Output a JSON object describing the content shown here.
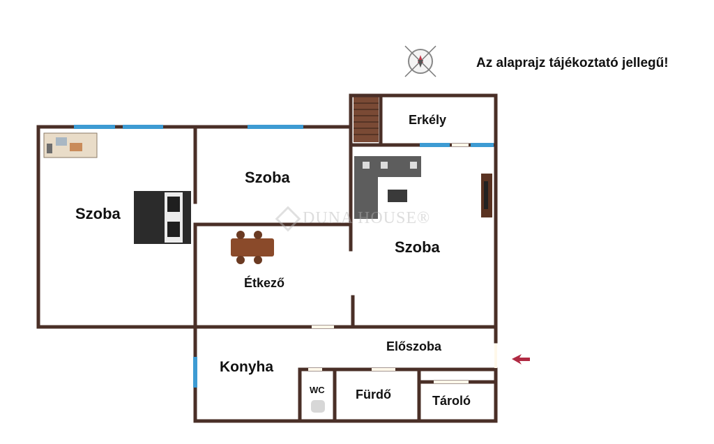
{
  "note": "Az alaprajz tájékoztató jellegű!",
  "watermark": "DUNA HOUSE®",
  "colors": {
    "wall": "#4a2f27",
    "window": "#3d9bd3",
    "entry_arrow": "#b02a43",
    "floor": "#ffffff"
  },
  "rooms": {
    "szoba_left": "Szoba",
    "szoba_top": "Szoba",
    "szoba_right": "Szoba",
    "etkezo": "Étkező",
    "erkely": "Erkély",
    "eloszoba": "Előszoba",
    "konyha": "Konyha",
    "wc": "WC",
    "furdo": "Fürdő",
    "tarolo": "Tároló"
  },
  "icons": [
    "compass-icon",
    "entrance-arrow-icon",
    "bed-icon",
    "desk-icon",
    "dining-table-icon",
    "sofa-icon",
    "tv-cabinet-icon",
    "toilet-icon",
    "stairs-icon"
  ]
}
